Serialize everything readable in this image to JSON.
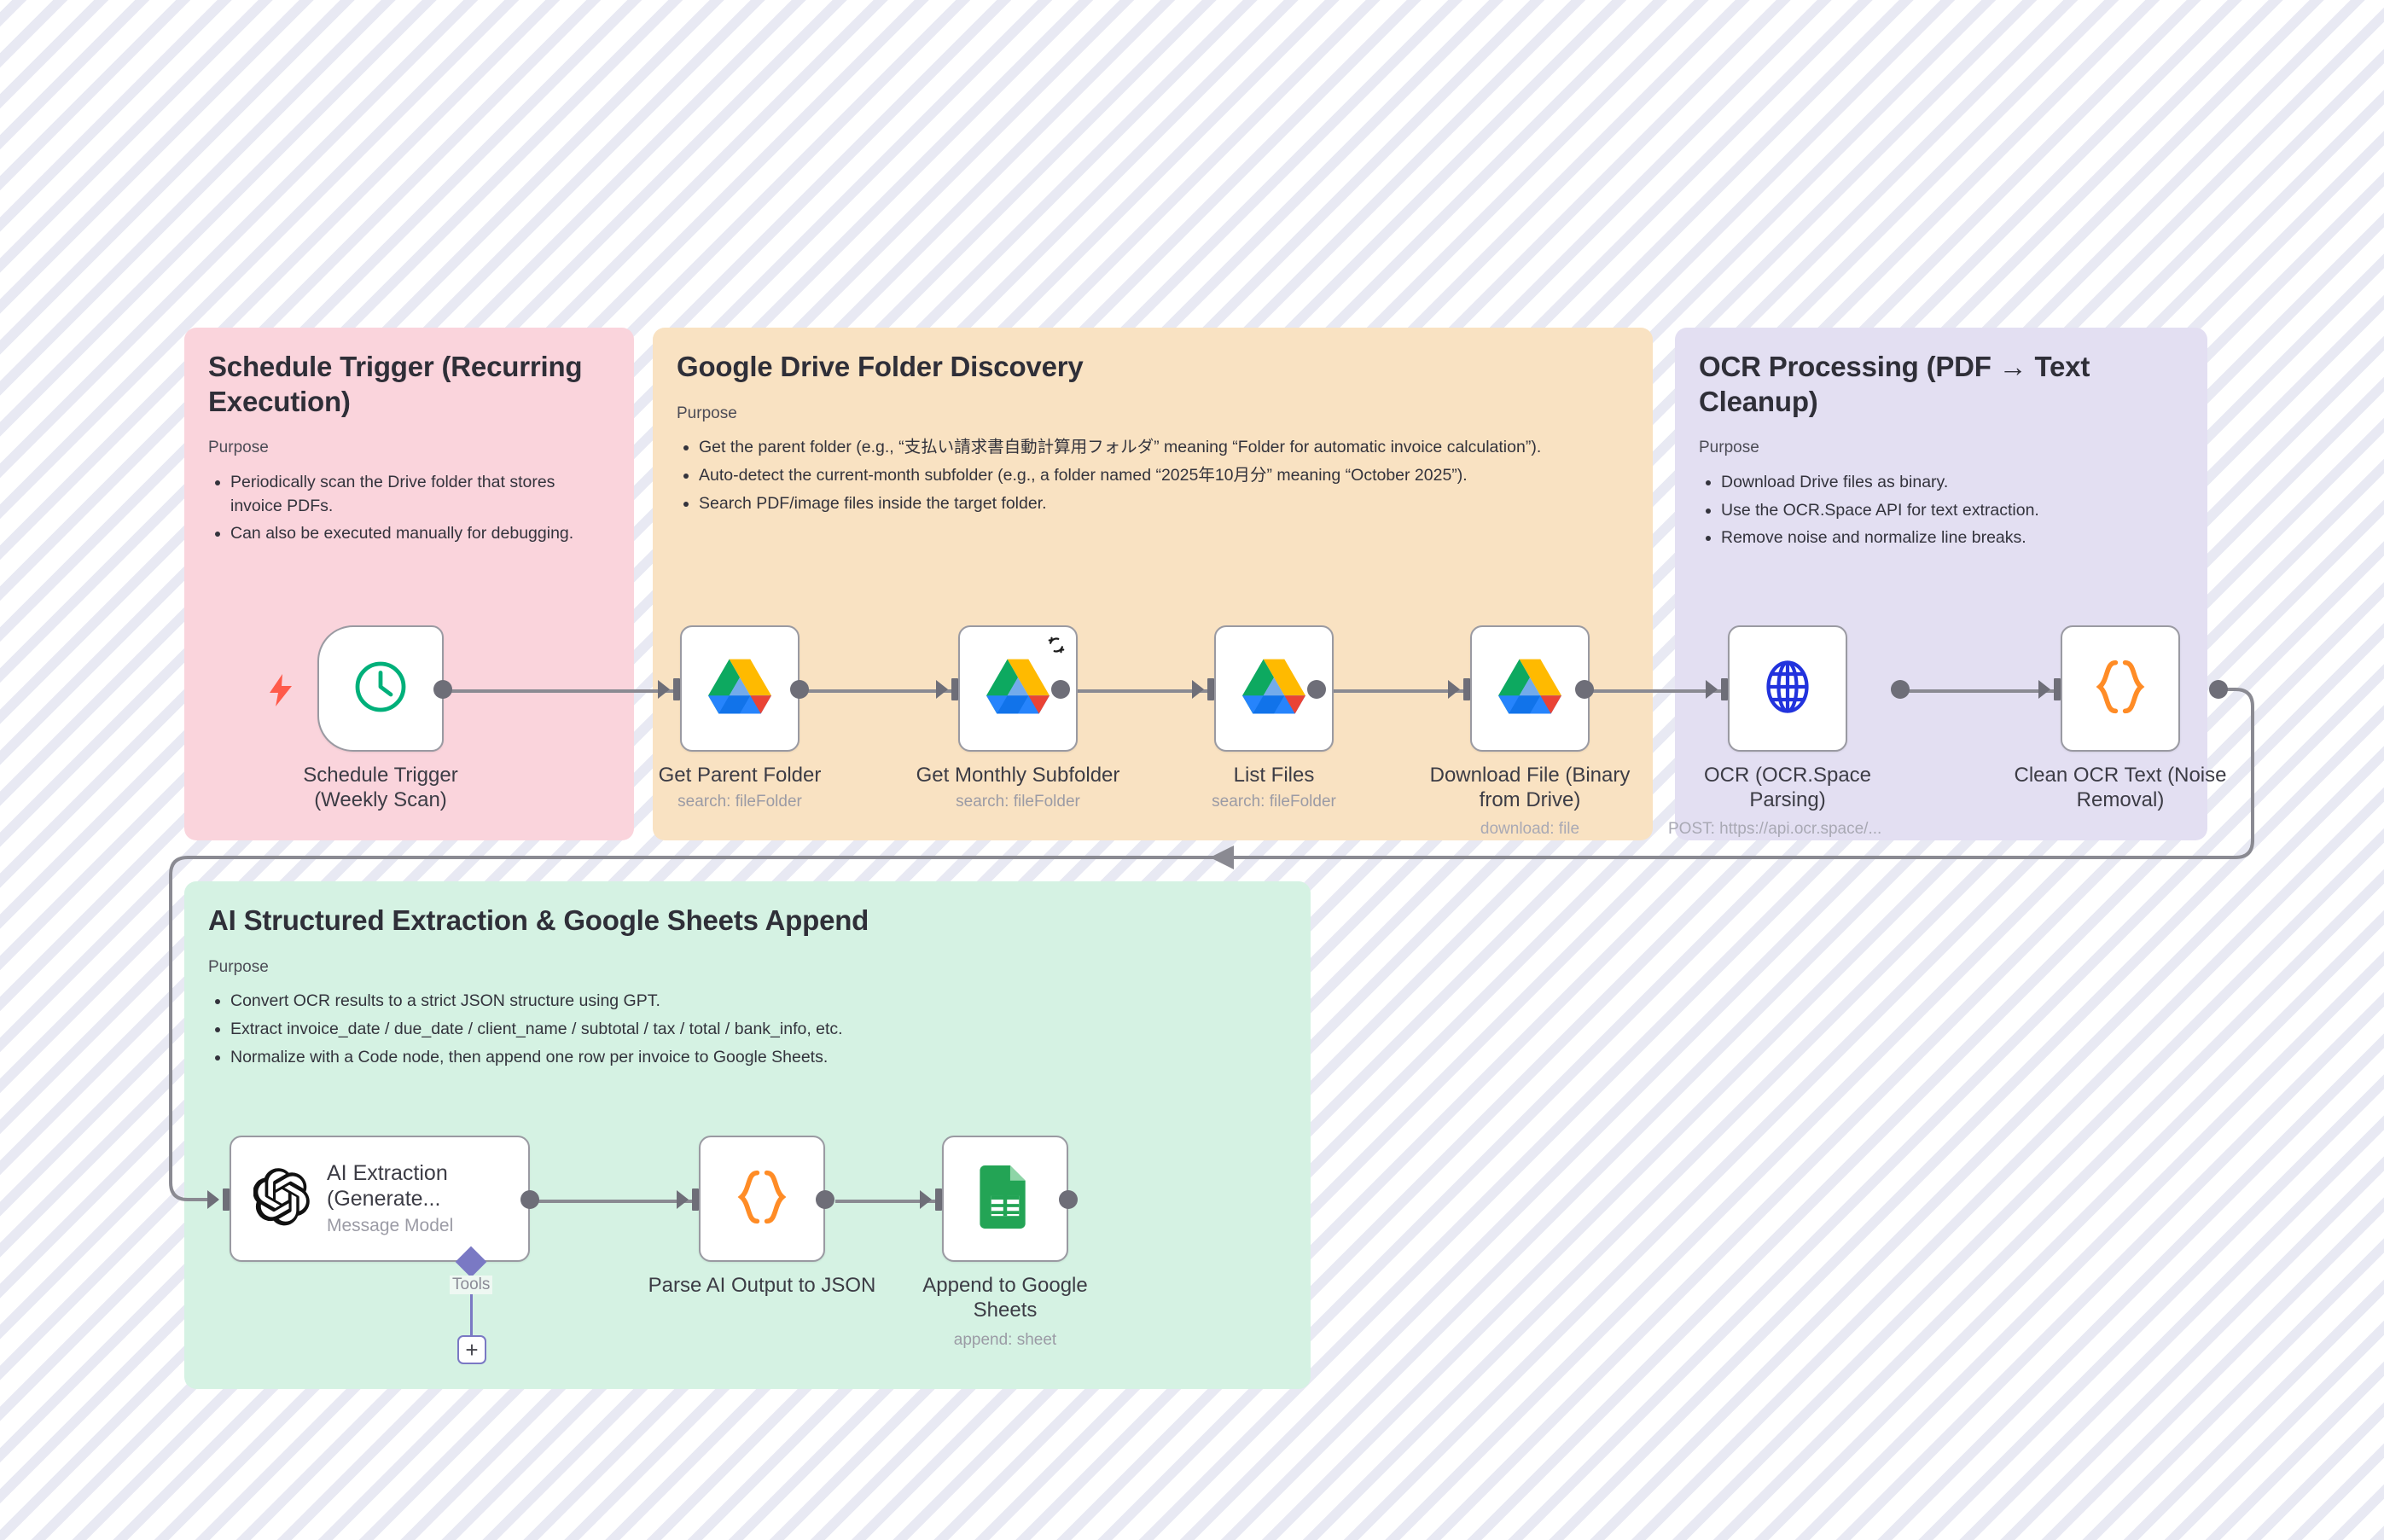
{
  "canvas": {
    "background": "#ffffff",
    "stripe_color": "#e8e9f3"
  },
  "panels": [
    {
      "id": "schedule-trigger",
      "title": "Schedule Trigger (Recurring Execution)",
      "purpose_label": "Purpose",
      "color": "#fad4dc",
      "bullets": [
        "Periodically scan the Drive folder that stores invoice PDFs.",
        "Can also be executed manually for debugging."
      ]
    },
    {
      "id": "drive-discovery",
      "title": "Google Drive Folder Discovery",
      "purpose_label": "Purpose",
      "color": "#f9e2c2",
      "bullets": [
        "Get the parent folder (e.g., “支払い請求書自動計算用フォルダ” meaning “Folder for automatic invoice calculation”).",
        "Auto-detect the current-month subfolder (e.g., a folder named “2025年10月分” meaning “October 2025”).",
        "Search PDF/image files inside the target folder."
      ]
    },
    {
      "id": "ocr-processing",
      "title": "OCR Processing (PDF → Text Cleanup)",
      "purpose_label": "Purpose",
      "color": "#e3dff2",
      "bullets": [
        "Download Drive files as binary.",
        "Use the OCR.Space API for text extraction.",
        "Remove noise and normalize line breaks."
      ]
    },
    {
      "id": "ai-extraction",
      "title": "AI Structured Extraction & Google Sheets Append",
      "purpose_label": "Purpose",
      "color": "#d5f2e3",
      "bullets": [
        "Convert OCR results to a strict JSON structure using GPT.",
        "Extract invoice_date / due_date / client_name / subtotal / tax / total / bank_info, etc.",
        "Normalize with a Code node, then append one row per invoice to Google Sheets."
      ]
    }
  ],
  "nodes": [
    {
      "id": "schedule-trigger-node",
      "icon": "clock-icon",
      "label": "Schedule Trigger (Weekly Scan)",
      "sublabel": ""
    },
    {
      "id": "get-parent-folder",
      "icon": "google-drive-icon",
      "label": "Get Parent Folder",
      "sublabel": "search: fileFolder"
    },
    {
      "id": "get-monthly-subfolder",
      "icon": "google-drive-icon",
      "label": "Get Monthly Subfolder",
      "sublabel": "search: fileFolder"
    },
    {
      "id": "list-files",
      "icon": "google-drive-icon",
      "label": "List Files",
      "sublabel": "search: fileFolder"
    },
    {
      "id": "download-file",
      "icon": "google-drive-icon",
      "label": "Download File (Binary from Drive)",
      "sublabel": "download: file"
    },
    {
      "id": "ocr-node",
      "icon": "globe-icon",
      "label": "OCR (OCR.Space Parsing)",
      "sublabel": "POST: https://api.ocr.space/..."
    },
    {
      "id": "clean-ocr-text",
      "icon": "code-braces-icon",
      "label": "Clean OCR Text (Noise Removal)",
      "sublabel": ""
    },
    {
      "id": "ai-extraction-node",
      "icon": "openai-icon",
      "label": "AI Extraction (Generate...",
      "sublabel": "Message Model",
      "tools_label": "Tools",
      "add_tool_label": "+"
    },
    {
      "id": "parse-ai-output",
      "icon": "code-braces-icon",
      "label": "Parse AI Output to JSON",
      "sublabel": ""
    },
    {
      "id": "append-to-google-sheets",
      "icon": "google-sheets-icon",
      "label": "Append to Google Sheets",
      "sublabel": "append: sheet"
    }
  ],
  "colors": {
    "accent_trigger": "#00b07a",
    "accent_code": "#ff8c26",
    "accent_http": "#2233dd",
    "accent_sheets": "#23a455",
    "wire": "#8a8a92",
    "tools": "#7a79c4",
    "bolt": "#ff5a4a"
  }
}
